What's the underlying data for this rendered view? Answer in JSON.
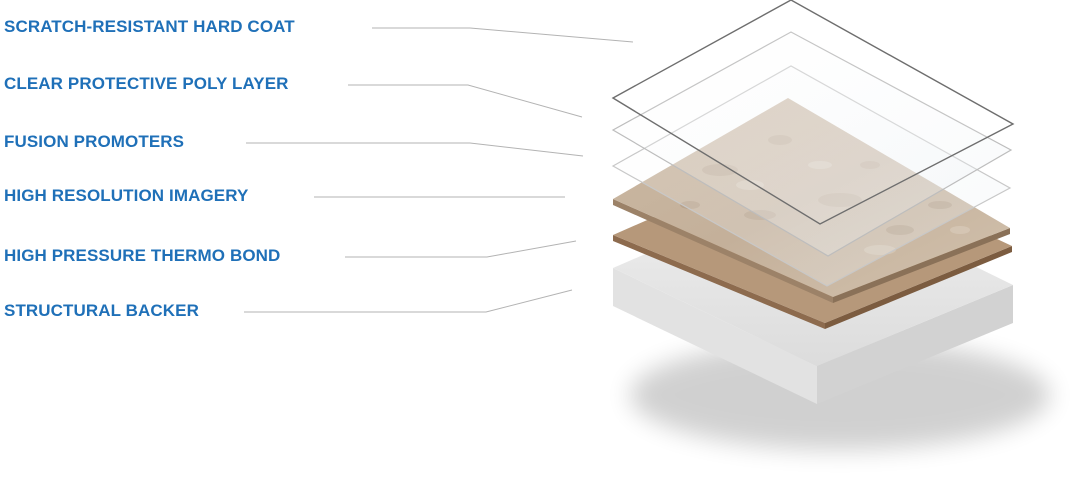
{
  "layers": [
    {
      "label": "SCRATCH-RESISTANT HARD COAT"
    },
    {
      "label": "CLEAR PROTECTIVE POLY LAYER"
    },
    {
      "label": "FUSION PROMOTERS"
    },
    {
      "label": "HIGH RESOLUTION IMAGERY"
    },
    {
      "label": "HIGH PRESSURE THERMO BOND"
    },
    {
      "label": "STRUCTURAL BACKER"
    }
  ],
  "colors": {
    "label_text": "#1f70b8",
    "leader_line": "#b3b3b3",
    "stone_surface": "#c9b6a0",
    "thermo_bond": "#b49676",
    "backer": "#e6e6e6"
  }
}
